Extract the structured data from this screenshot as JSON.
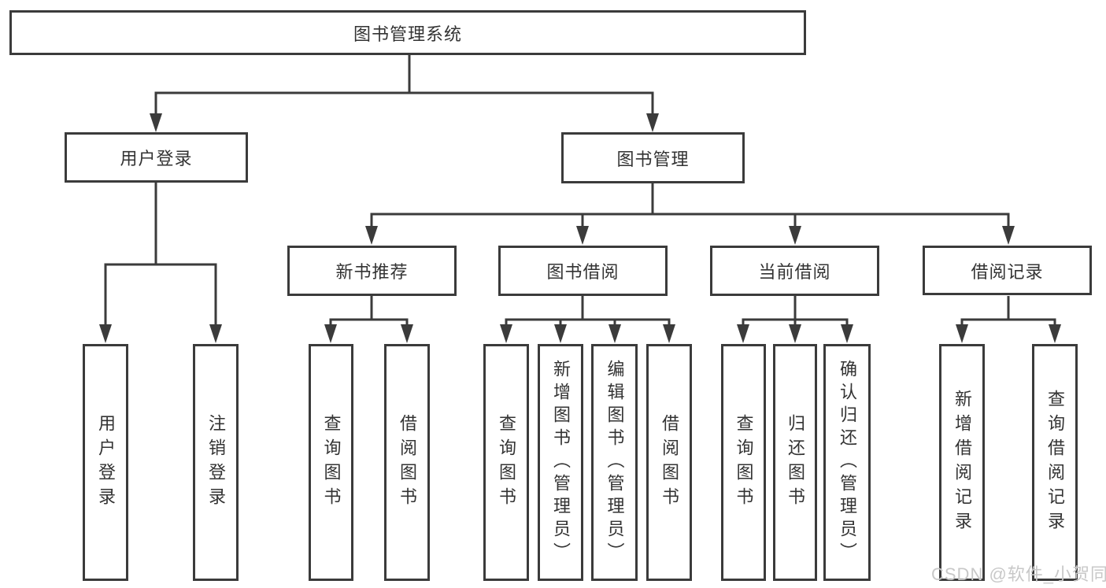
{
  "colors": {
    "background": "#ffffff",
    "line": "#3b3b3b",
    "box_border": "#3b3b3b",
    "text": "#333333",
    "watermark": "#c8c8c8"
  },
  "diagram": {
    "nodes": {
      "root": "图书管理系统",
      "user_login": "用户登录",
      "book_management": "图书管理",
      "new_book_recommend": "新书推荐",
      "book_borrow": "图书借阅",
      "current_borrow": "当前借阅",
      "borrow_records": "借阅记录"
    },
    "leaves": {
      "user_login": [
        "用户登录",
        "注销登录"
      ],
      "new_book_recommend": [
        "查询图书",
        "借阅图书"
      ],
      "book_borrow": [
        "查询图书",
        "新增图书（管理员）",
        "编辑图书（管理员）",
        "借阅图书"
      ],
      "current_borrow": [
        "查询图书",
        "归还图书",
        "确认归还（管理员）"
      ],
      "borrow_records": [
        "新增借阅记录",
        "查询借阅记录"
      ]
    }
  },
  "watermark": {
    "text": "CSDN @软件_小贺同学"
  }
}
